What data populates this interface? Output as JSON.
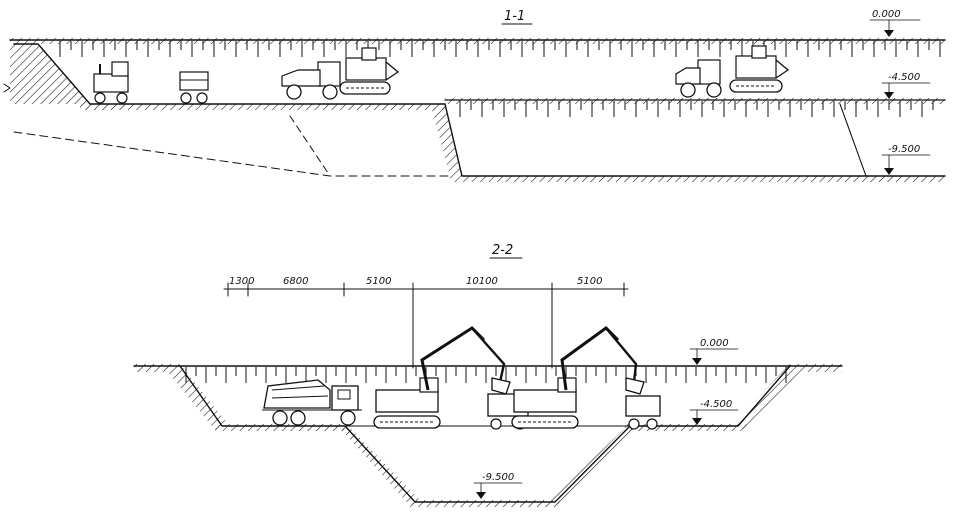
{
  "section_1": {
    "title": "1-1",
    "elevations": [
      "0.000",
      "-4.500",
      "-9.500"
    ]
  },
  "section_2": {
    "title": "2-2",
    "elevations": [
      "0.000",
      "-4.500",
      "-9.500"
    ],
    "dimensions": [
      "1300",
      "6800",
      "5100",
      "10100",
      "5100"
    ]
  },
  "colors": {
    "ink": "#111111",
    "paper": "#ffffff"
  },
  "icons": [
    "excavator-icon",
    "dump-truck-icon",
    "bulldozer-icon",
    "crawler-loader-icon",
    "elevation-marker-icon"
  ]
}
